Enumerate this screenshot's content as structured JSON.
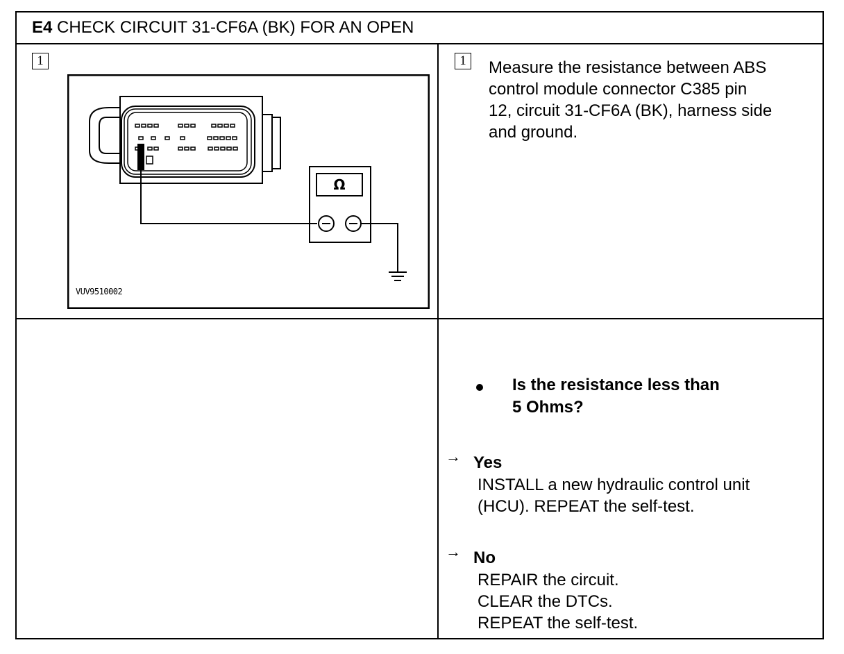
{
  "header": {
    "step_code": "E4",
    "title": "CHECK CIRCUIT 31-CF6A (BK) FOR AN OPEN"
  },
  "left_panel": {
    "step_marker": "1",
    "figure": {
      "meter_symbol": "Ω",
      "figure_id": "VUV9510002",
      "icons": [
        "connector-icon",
        "ohmmeter-icon",
        "ground-symbol-icon"
      ]
    }
  },
  "right_panel": {
    "step_marker": "1",
    "instruction_lines": [
      "Measure the resistance between ABS",
      "control module connector C385 pin",
      "12, circuit 31-CF6A (BK), harness side",
      "and ground."
    ]
  },
  "question": {
    "lines": [
      "Is the resistance less than",
      "5 Ohms?"
    ]
  },
  "answers": [
    {
      "label": "Yes",
      "lines": [
        "INSTALL a new hydraulic control unit",
        "(HCU). REPEAT the self-test."
      ]
    },
    {
      "label": "No",
      "lines": [
        "REPAIR the circuit.",
        "CLEAR the DTCs.",
        "REPEAT the self-test."
      ]
    }
  ],
  "arrow_glyph": "→"
}
